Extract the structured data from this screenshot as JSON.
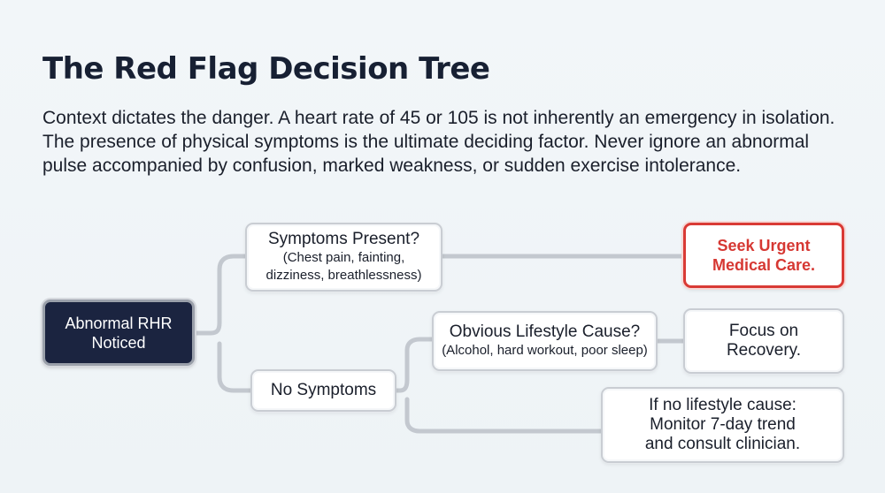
{
  "header": {
    "title": "The Red Flag Decision Tree",
    "intro": "Context dictates the danger. A heart rate of 45 or 105 is not inherently an emergency in isolation. The presence of physical symptoms is the ultimate deciding factor. Never ignore an abnormal pulse accompanied by confusion, marked weakness, or sudden exercise intolerance."
  },
  "tree": {
    "start": {
      "line1": "Abnormal RHR",
      "line2": "Noticed"
    },
    "symptoms": {
      "question": "Symptoms Present?",
      "details1": "(Chest pain, fainting,",
      "details2": "dizziness, breathlessness)"
    },
    "urgent": {
      "line1": "Seek Urgent",
      "line2": "Medical Care."
    },
    "no_symptoms": {
      "label": "No Symptoms"
    },
    "lifestyle": {
      "question": "Obvious Lifestyle Cause?",
      "details": "(Alcohol, hard workout, poor sleep)"
    },
    "recovery": {
      "line1": "Focus on",
      "line2": "Recovery."
    },
    "monitor": {
      "line1": "If no lifestyle cause:",
      "line2": "Monitor 7-day trend",
      "line3": "and consult clinician."
    }
  },
  "colors": {
    "start_fill": "#1b2440",
    "urgent_accent": "#d93a35",
    "connector": "#c3c8cf",
    "title": "#172033"
  }
}
